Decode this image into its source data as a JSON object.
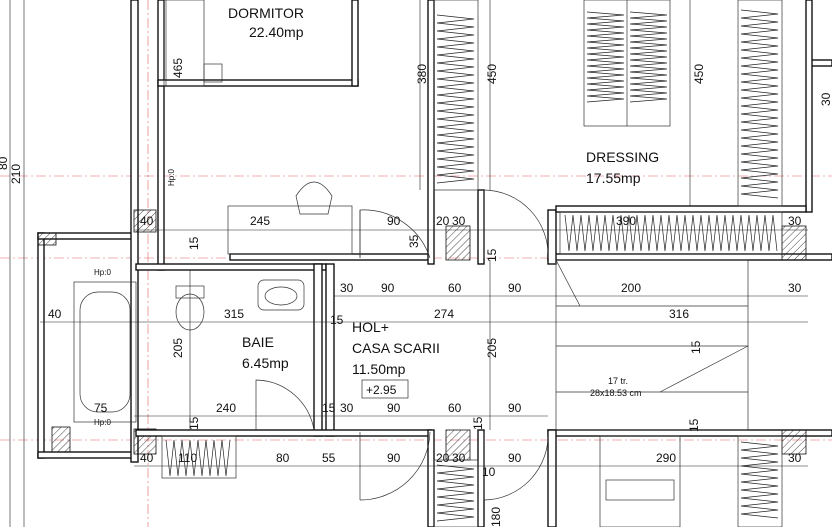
{
  "rooms": {
    "dormitor_name": "DORMITOR",
    "dormitor_area": "22.40mp",
    "dressing_name": "DRESSING",
    "dressing_area": "17.55mp",
    "baie_name": "BAIE",
    "baie_area": "6.45mp",
    "hol_name_1": "HOL+",
    "hol_name_2": "CASA SCARII",
    "hol_area": "11.50mp",
    "hol_level": "+2.95"
  },
  "stairs": {
    "steps": "17 tr.",
    "size": "28x18.53 cm"
  },
  "labels": {
    "hp_bath": "Hp:0",
    "hp_bath_bottom": "Hp:0",
    "hp_left": "Hp:0"
  },
  "dims": {
    "d465": "465",
    "d380": "380",
    "d450a": "450",
    "d450b": "450",
    "d210": "210",
    "d80": "80",
    "d40_top": "40",
    "d245": "245",
    "d15_a": "15",
    "d90_top_door": "90",
    "d35": "35",
    "d20_top": "20",
    "d30_top": "30",
    "d390": "390",
    "d30_right_top": "30",
    "d15_b": "15",
    "d30_hol_l": "30",
    "d90_hol_a": "90",
    "d60_hol": "60",
    "d90_hol_b": "90",
    "d200": "200",
    "d30_right_mid": "30",
    "d40_left": "40",
    "d315": "315",
    "d15_c": "15",
    "d274": "274",
    "d316": "316",
    "d205_baie": "205",
    "d205_hol": "205",
    "d75": "75",
    "d240": "240",
    "d15_d": "15",
    "d30_bot_l": "30",
    "d90_bot_a": "90",
    "d60_bot": "60",
    "d90_bot_b": "90",
    "d15_e": "15",
    "d15_f": "15",
    "d15_g": "15",
    "d40_bot": "40",
    "d110": "110",
    "d80_bot": "80",
    "d55": "55",
    "d90_bot_c": "90",
    "d20_bot": "20",
    "d30_bot_r": "30",
    "d90_bot_d": "90",
    "d290": "290",
    "d30_bot_right": "30",
    "d10": "10",
    "d180": "180",
    "d15_right": "15",
    "d30_far_right": "30"
  }
}
